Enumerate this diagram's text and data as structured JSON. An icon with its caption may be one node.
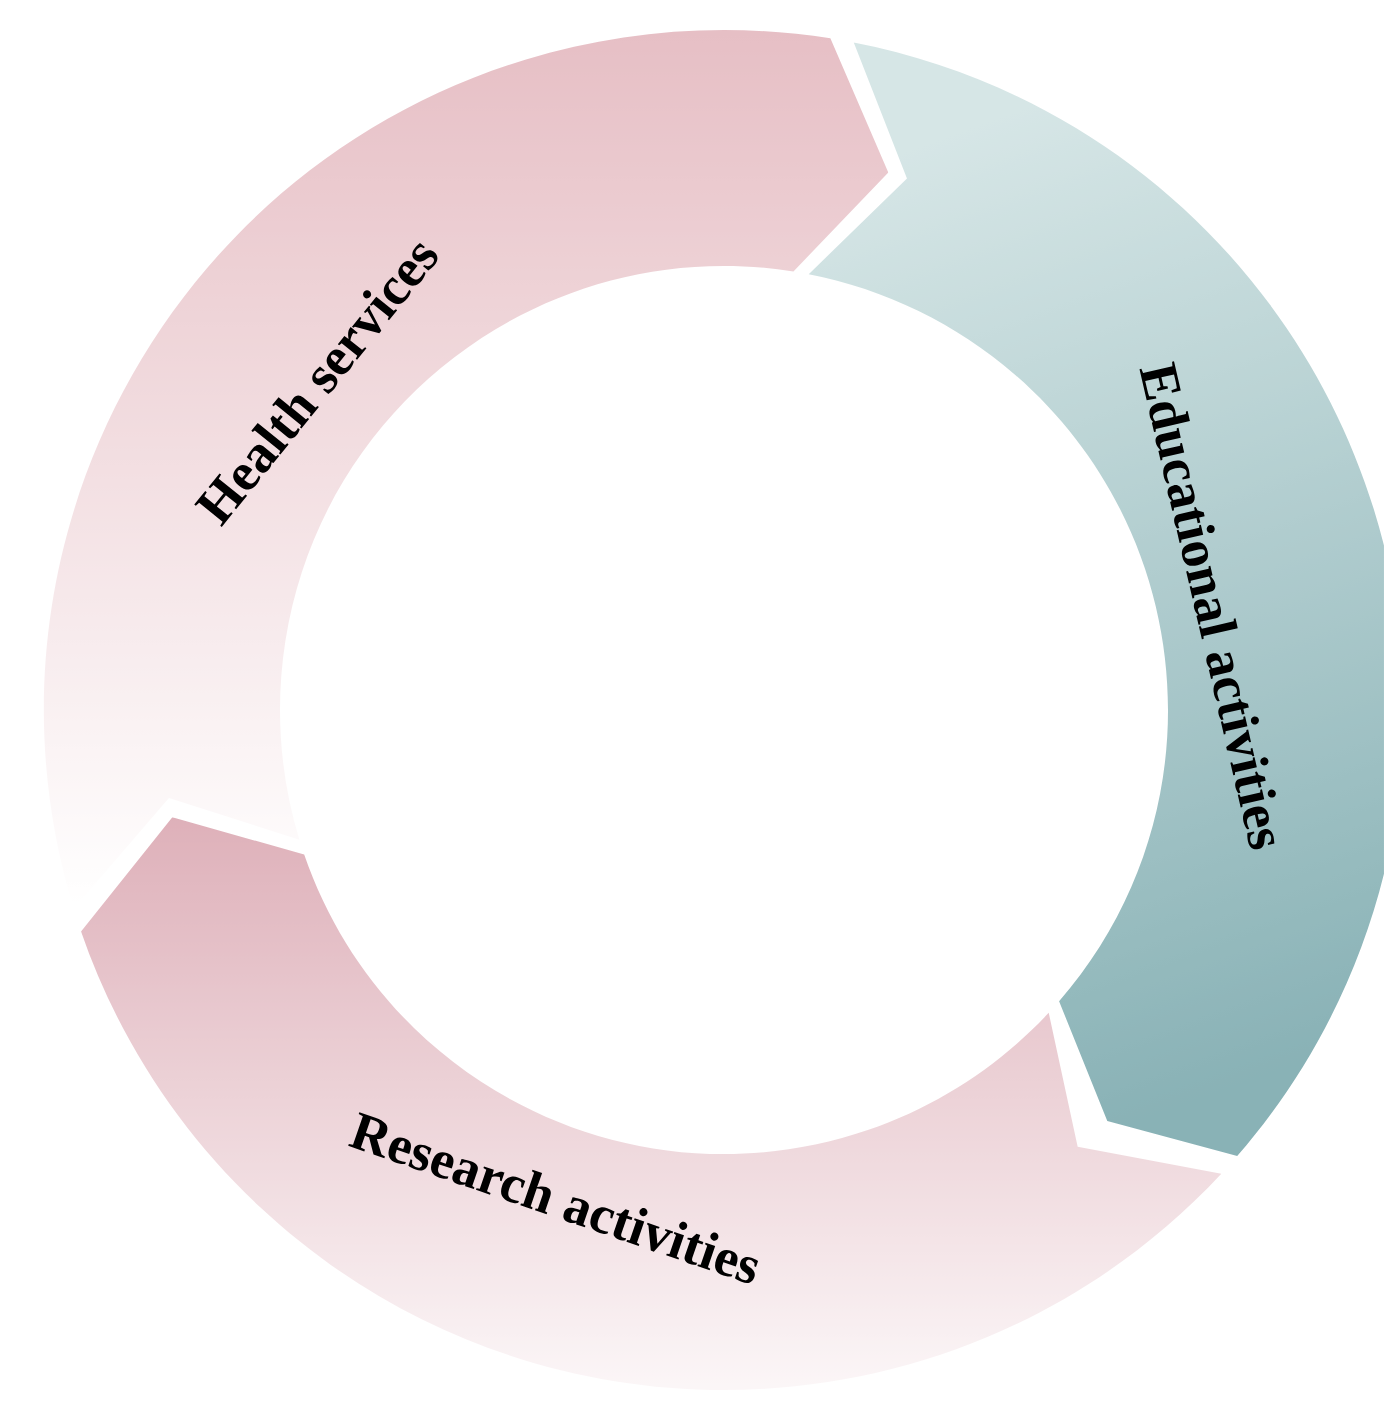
{
  "diagram": {
    "nodes": [
      {
        "text": [
          "Health services"
        ]
      },
      {
        "text": [
          "Educational activities"
        ]
      },
      {
        "text": [
          "Research activities"
        ]
      }
    ]
  }
}
